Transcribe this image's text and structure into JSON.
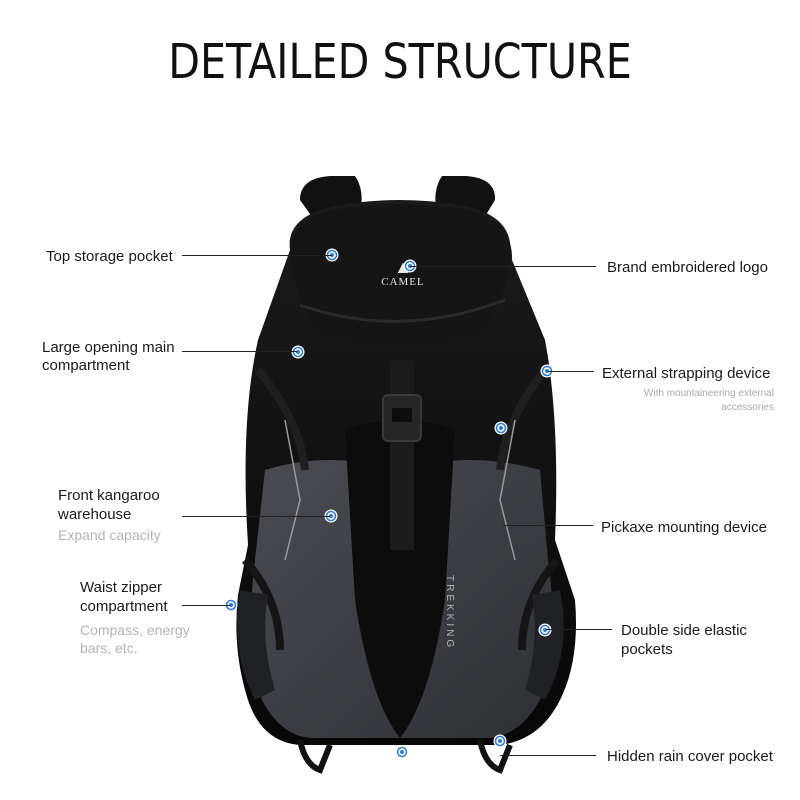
{
  "title": "DETAILED STRUCTURE",
  "logo": {
    "brand": "CAMEL"
  },
  "side_print": "TREKKING",
  "features": {
    "top_storage_pocket": "Top storage pocket",
    "brand_logo": "Brand embroidered logo",
    "main_compartment_line1": "Large opening main",
    "main_compartment_line2": "compartment",
    "external_strapping": "External strapping device",
    "external_strapping_sub1": "With mountaineering external",
    "external_strapping_sub2": "accessories",
    "front_kangaroo_line1": "Front kangaroo",
    "front_kangaroo_line2": "warehouse",
    "front_kangaroo_sub": "Expand capacity",
    "pickaxe": "Pickaxe mounting device",
    "waist_zipper_line1": "Waist zipper",
    "waist_zipper_line2": "compartment",
    "waist_zipper_sub1": "Compass, energy",
    "waist_zipper_sub2": "bars, etc.",
    "side_pockets_line1": "Double side elastic",
    "side_pockets_line2": "pockets",
    "rain_cover": "Hidden rain cover pocket"
  },
  "colors": {
    "marker": "#2b7bd6",
    "pack_black": "#0d0d0d",
    "pack_gray": "#3d3f44",
    "text": "#1a1a1a",
    "muted": "#b3b3b3"
  }
}
